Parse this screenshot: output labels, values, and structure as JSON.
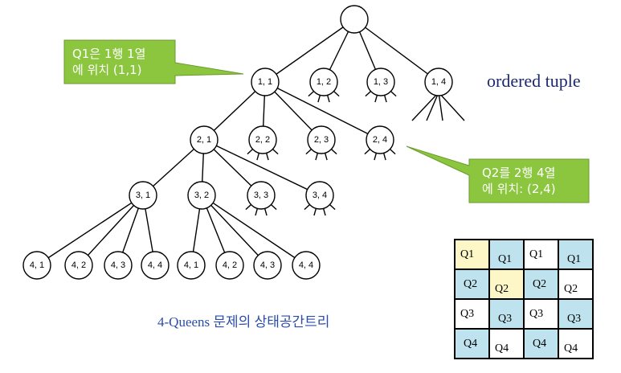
{
  "root": "",
  "level1": [
    "1, 1",
    "1, 2",
    "1, 3",
    "1, 4"
  ],
  "level2": [
    "2, 1",
    "2, 2",
    "2, 3",
    "2, 4"
  ],
  "level3": [
    "3, 1",
    "3, 2",
    "3, 3",
    "3, 4"
  ],
  "level4_left": [
    "4, 1",
    "4, 2",
    "4, 3",
    "4, 4"
  ],
  "level4_right": [
    "4, 1",
    "4, 2",
    "4, 3",
    "4, 4"
  ],
  "callout_q1": [
    "Q1은 1행 1열",
    "에 위치 (1,1)"
  ],
  "callout_q2": [
    "Q2를 2행 4열",
    "에 위치: (2,4)"
  ],
  "label_ordered": "ordered tuple",
  "caption": "4-Queens 문제의 상태공간트리",
  "board": [
    [
      {
        "t": "Q1",
        "bg": "#fdf7c8"
      },
      {
        "t": "Q1",
        "bg": "#bfe3ee"
      },
      {
        "t": "Q1",
        "bg": "#ffffff"
      },
      {
        "t": "Q1",
        "bg": "#bfe3ee"
      }
    ],
    [
      {
        "t": "Q2",
        "bg": "#bfe3ee"
      },
      {
        "t": "Q2",
        "bg": "#fdf7c8"
      },
      {
        "t": "Q2",
        "bg": "#bfe3ee"
      },
      {
        "t": "Q2",
        "bg": "#ffffff"
      }
    ],
    [
      {
        "t": "Q3",
        "bg": "#ffffff"
      },
      {
        "t": "Q3",
        "bg": "#bfe3ee"
      },
      {
        "t": "Q3",
        "bg": "#ffffff"
      },
      {
        "t": "Q3",
        "bg": "#bfe3ee"
      }
    ],
    [
      {
        "t": "Q4",
        "bg": "#bfe3ee"
      },
      {
        "t": "Q4",
        "bg": "#ffffff"
      },
      {
        "t": "Q4",
        "bg": "#bfe3ee"
      },
      {
        "t": "Q4",
        "bg": "#ffffff"
      }
    ]
  ]
}
